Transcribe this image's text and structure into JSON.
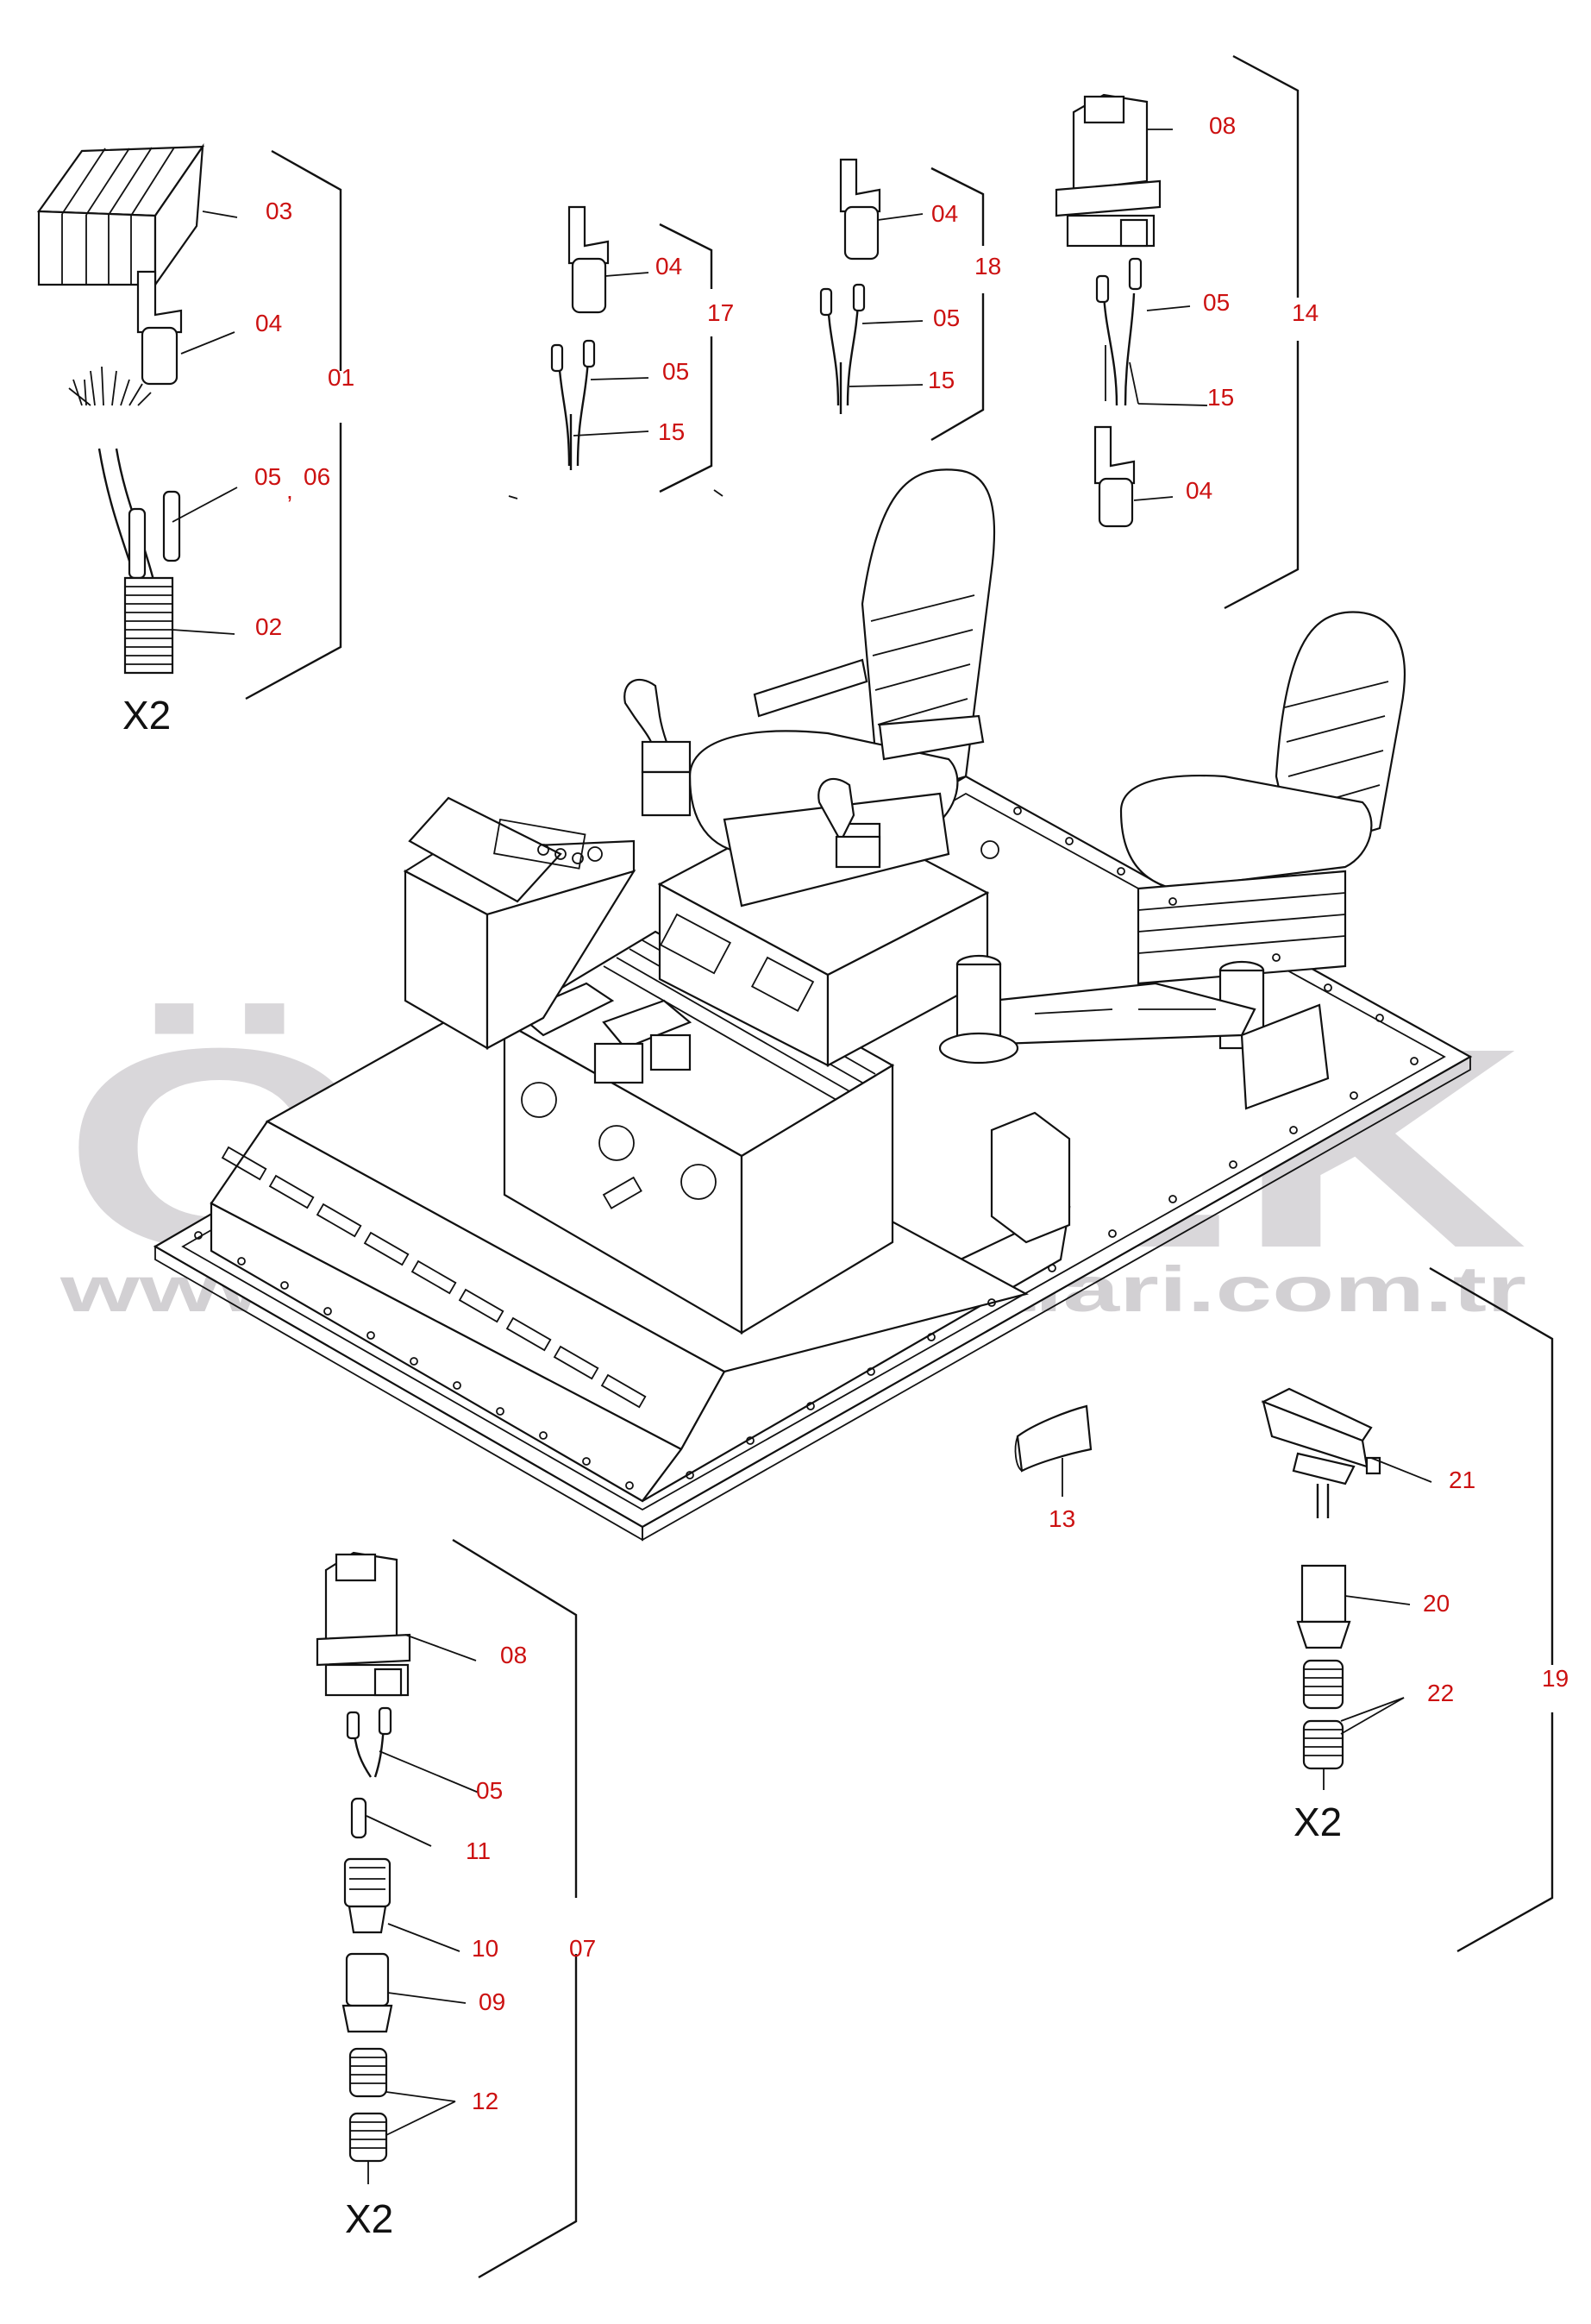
{
  "watermark": {
    "brand": "ÖRNEK",
    "url": "www.ornekismakinalari.com.tr",
    "accent_color": "#f4d35e",
    "brand_color": "#d9d7da"
  },
  "callouts": {
    "c01": "01",
    "c02": "02",
    "c03": "03",
    "c04": "04",
    "c05_06_a": "05",
    "c05_06_sep": ",",
    "c05_06_b": "06",
    "g17_04": "04",
    "g17_05": "05",
    "g17_15": "15",
    "g17": "17",
    "g18_04": "04",
    "g18_05": "05",
    "g18_15": "15",
    "g18": "18",
    "g14_08": "08",
    "g14_05": "05",
    "g14_15": "15",
    "g14_04": "04",
    "g14": "14",
    "c13": "13",
    "g19_21": "21",
    "g19_20": "20",
    "g19_22": "22",
    "g19": "19",
    "g07_08": "08",
    "g07_05": "05",
    "g07_11": "11",
    "g07_10": "10",
    "g07_09": "09",
    "g07_12": "12",
    "g07": "07"
  },
  "connector_labels": {
    "x2_top_left": "X2",
    "x2_right": "X2",
    "x2_bottom": "X2"
  }
}
